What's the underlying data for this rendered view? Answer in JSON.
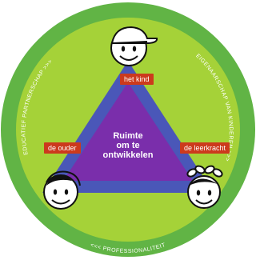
{
  "colors": {
    "outer_ring": "#61b445",
    "inner_disc": "#a5d238",
    "triangle_outer": "#4a57b8",
    "triangle_inner": "#7a2eab",
    "label_bg": "#cc3a1d",
    "ring_text": "#ffffff"
  },
  "ring_texts": {
    "left": "EDUCATIEF PARTNERSCHAP  >>>",
    "right": "EIGENAARSCHAP VAN KINDEREN  >>>",
    "bottom": "<<<  PROFESSIONALITEIT"
  },
  "labels": {
    "child": "het kind",
    "parent": "de ouder",
    "teacher": "de leerkracht"
  },
  "center": {
    "line1": "Ruimte",
    "line2": "om te",
    "line3": "ontwikkelen"
  },
  "icons": {
    "top": "child-face-icon",
    "left": "parent-face-icon",
    "right": "teacher-face-icon"
  }
}
